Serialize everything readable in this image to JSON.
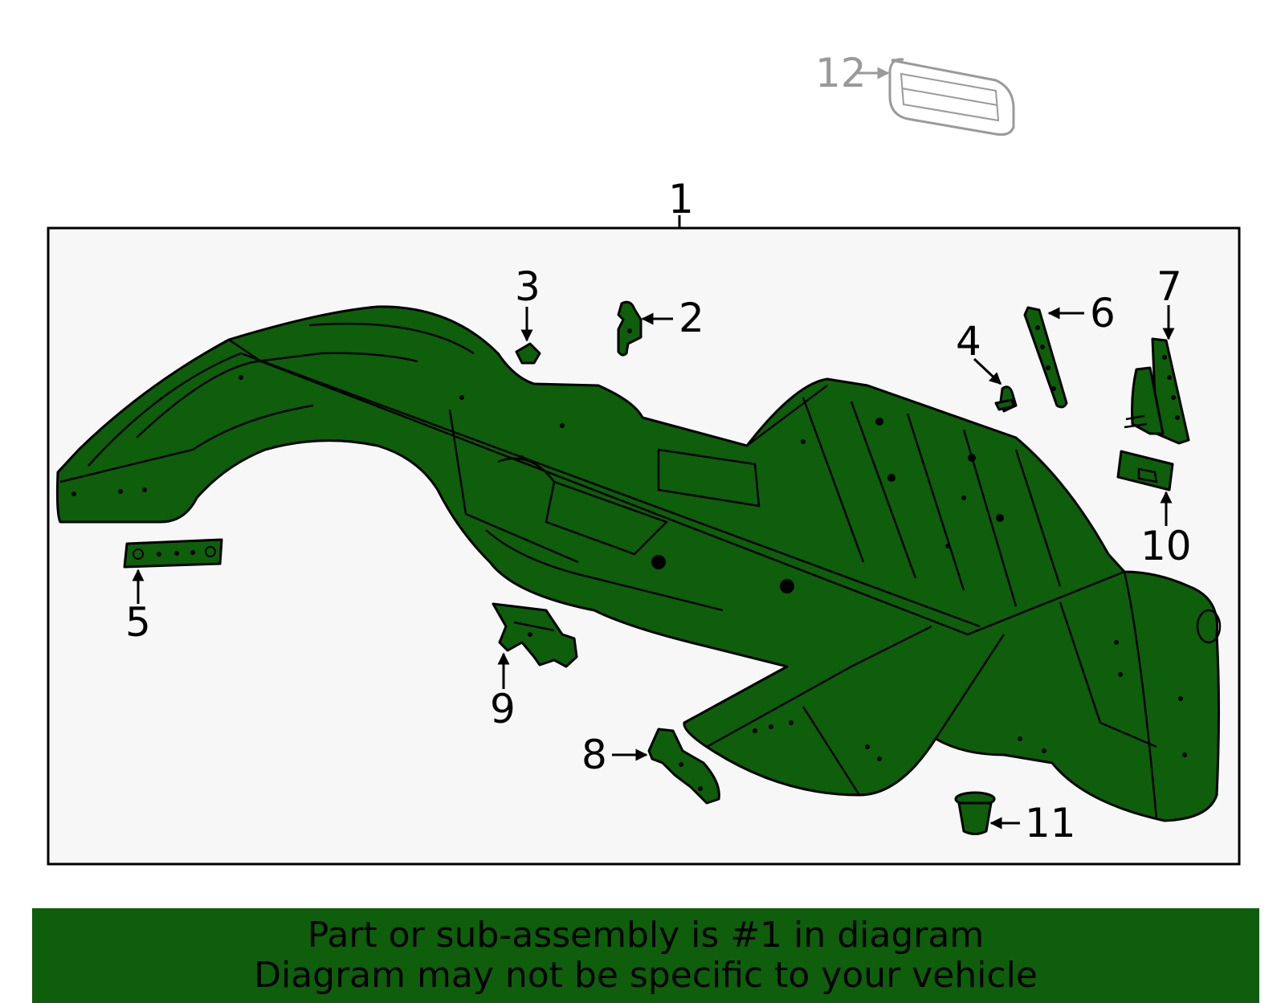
{
  "colors": {
    "part_fill": "#0e5e0b",
    "banner_fill": "#0e5e0b",
    "ghost_part": "#9a9a9a",
    "frame_background": "#f7f7f7"
  },
  "callouts": {
    "c1": "1",
    "c2": "2",
    "c3": "3",
    "c4": "4",
    "c5": "5",
    "c6": "6",
    "c7": "7",
    "c8": "8",
    "c9": "9",
    "c10": "10",
    "c11": "11",
    "c12": "12"
  },
  "banner": {
    "line1": "Part or sub-assembly is #1 in diagram",
    "line2": "Diagram may not be specific to your vehicle"
  }
}
